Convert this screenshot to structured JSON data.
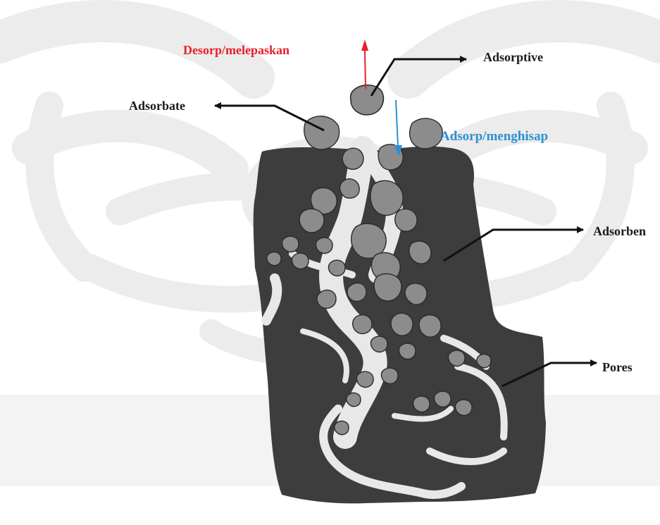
{
  "labels": {
    "desorp": "Desorp/melepaskan",
    "adsorptive": "Adsorptive",
    "adsorbate": "Adsorbate",
    "adsorp": "Adsorp/menghisap",
    "adsorben": "Adsorben",
    "pores": "Pores"
  },
  "colors": {
    "desorp_arrow": "#e8202a",
    "adsorp_arrow": "#2e8fd0",
    "adsorbent_solid": "#3d3d3d",
    "particle_fill": "#8c8c8c",
    "pore_channel": "#e8e8e8",
    "watermark": "#eeeeee"
  }
}
